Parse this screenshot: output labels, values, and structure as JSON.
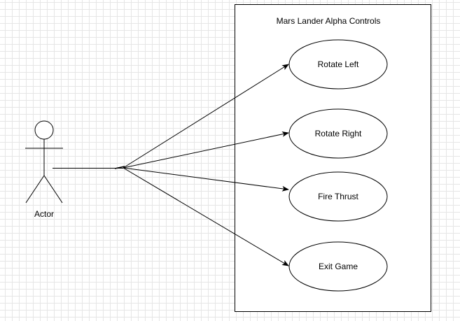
{
  "system": {
    "title": "Mars Lander Alpha Controls"
  },
  "actor": {
    "label": "Actor"
  },
  "use_cases": [
    {
      "label": "Rotate Left"
    },
    {
      "label": "Rotate Right"
    },
    {
      "label": "Fire Thrust"
    },
    {
      "label": "Exit Game"
    }
  ],
  "colors": {
    "stroke": "#000000",
    "fill": "#ffffff",
    "grid": "#e6e6e6"
  }
}
